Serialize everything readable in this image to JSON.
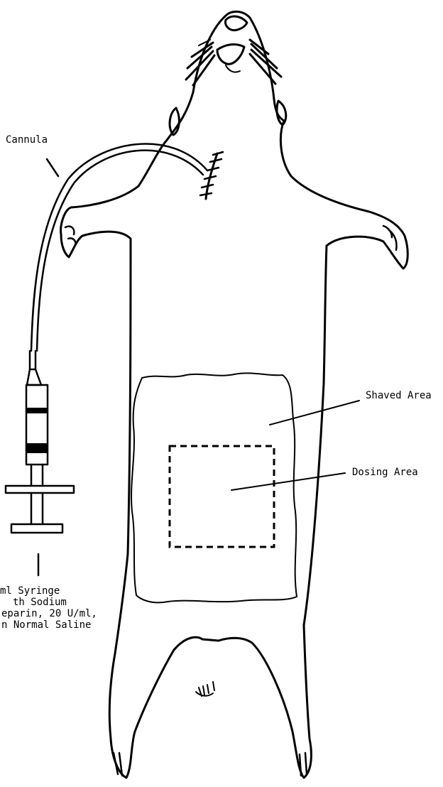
{
  "labels": {
    "cannula": "Cannula",
    "shaved_area": "Shaved Area",
    "dosing_area": "Dosing Area",
    "syringe_line1": "ml Syringe",
    "syringe_line2": "th Sodium",
    "syringe_line3": "eparin, 20 U/ml,",
    "syringe_line4": "n Normal Saline"
  }
}
